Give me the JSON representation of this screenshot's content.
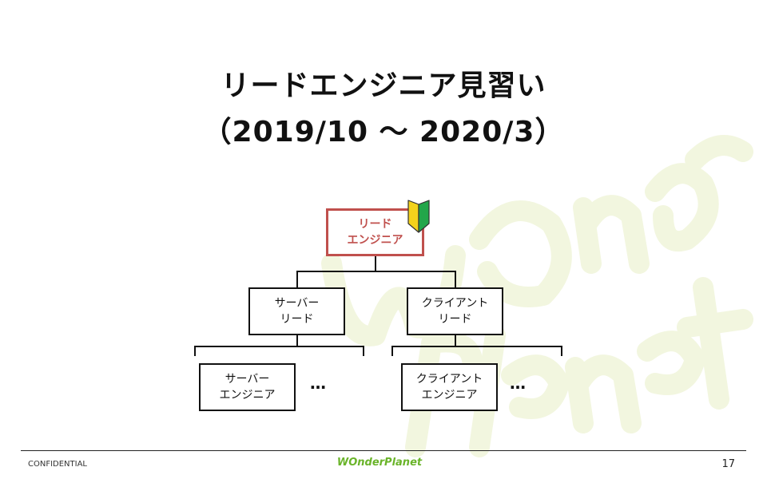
{
  "slide": {
    "title_line1": "リードエンジニア見習い",
    "title_line2": "（2019/10 〜 2020/3）"
  },
  "org": {
    "lead": {
      "line1": "リード",
      "line2": "エンジニア"
    },
    "server_lead": {
      "line1": "サーバー",
      "line2": "リード"
    },
    "client_lead": {
      "line1": "クライアント",
      "line2": "リード"
    },
    "server_engineer": {
      "line1": "サーバー",
      "line2": "エンジニア"
    },
    "client_engineer": {
      "line1": "クライアント",
      "line2": "エンジニア"
    },
    "ellipsis": "…"
  },
  "footer": {
    "confidential": "CONFIDENTIAL",
    "logo_text": "WOnderPlanet",
    "page_number": "17"
  },
  "colors": {
    "accent": "#c0504d",
    "logo_green": "#6ab42a",
    "watermark_green": "#f2f6df",
    "beginner_yellow": "#f3d21c",
    "beginner_green": "#22a64a"
  },
  "icons": {
    "lead_mark": "beginner-driver-mark-icon"
  }
}
